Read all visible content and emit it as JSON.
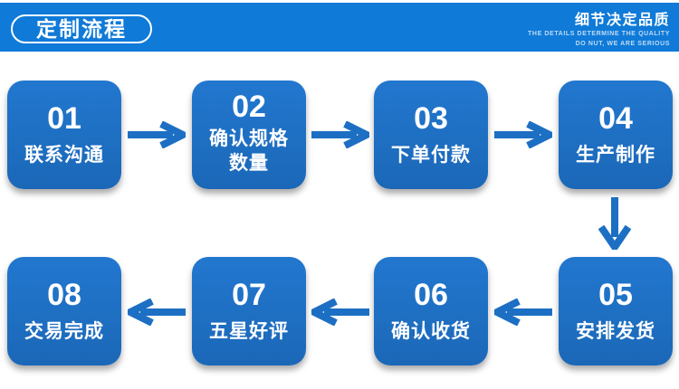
{
  "banner": {
    "title": "定制流程",
    "slogan": "细节决定品质",
    "slogan_sub_line1": "THE DETAILS DETERMINE THE QUALITY",
    "slogan_sub_line2": "DO NUT, WE ARE SERIOUS"
  },
  "colors": {
    "banner_bg": "#0f7ad8",
    "box_bg": "#1e6fc2",
    "arrow": "#1c6fc3",
    "text": "#ffffff"
  },
  "steps": [
    {
      "number": "01",
      "label": "联系沟通"
    },
    {
      "number": "02",
      "label": "确认规格\n数量"
    },
    {
      "number": "03",
      "label": "下单付款"
    },
    {
      "number": "04",
      "label": "生产制作"
    },
    {
      "number": "05",
      "label": "安排发货"
    },
    {
      "number": "06",
      "label": "确认收货"
    },
    {
      "number": "07",
      "label": "五星好评"
    },
    {
      "number": "08",
      "label": "交易完成"
    }
  ]
}
